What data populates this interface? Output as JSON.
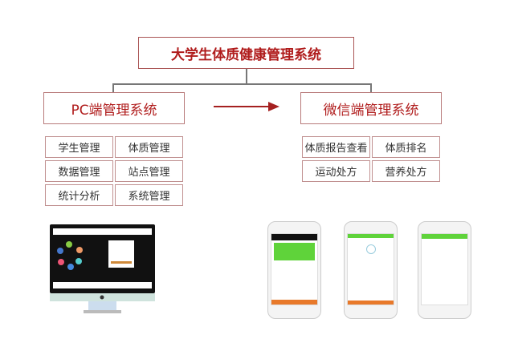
{
  "title": "大学生体质健康管理系统",
  "pc": {
    "label": "PC端管理系统",
    "items": [
      "学生管理",
      "体质管理",
      "数据管理",
      "站点管理",
      "统计分析",
      "系统管理"
    ]
  },
  "wechat": {
    "label": "微信端管理系统",
    "items": [
      "体质报告查看",
      "体质排名",
      "运动处方",
      "营养处方"
    ]
  },
  "colors": {
    "accent": "#b01c1c",
    "border": "#b87a7a",
    "green": "#5fd33a",
    "orange": "#e8792a"
  }
}
